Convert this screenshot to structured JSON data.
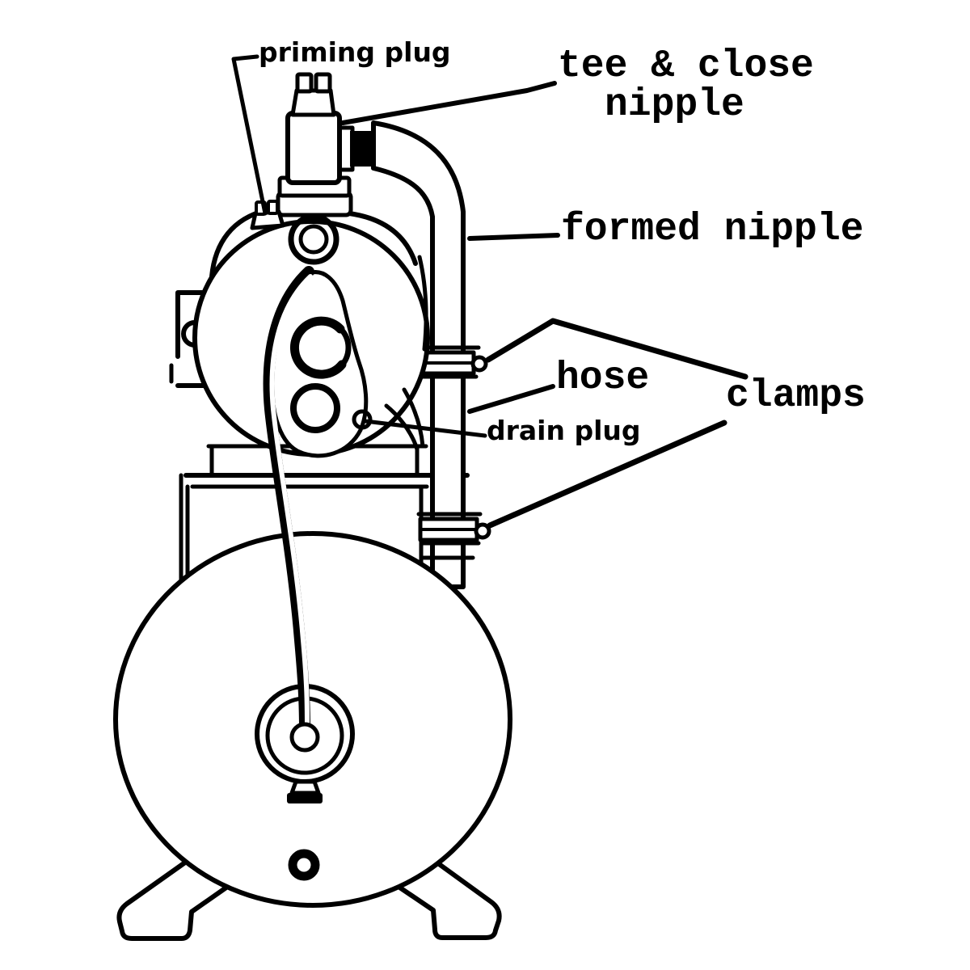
{
  "colors": {
    "ink": "#000000",
    "paper": "#ffffff"
  },
  "labels": {
    "priming_plug": "priming plug",
    "tee_close_nipple": {
      "lines": [
        "tee & close",
        "nipple"
      ]
    },
    "formed_nipple": "formed nipple",
    "hose": "hose",
    "clamps": "clamps",
    "drain_plug": "drain plug"
  }
}
